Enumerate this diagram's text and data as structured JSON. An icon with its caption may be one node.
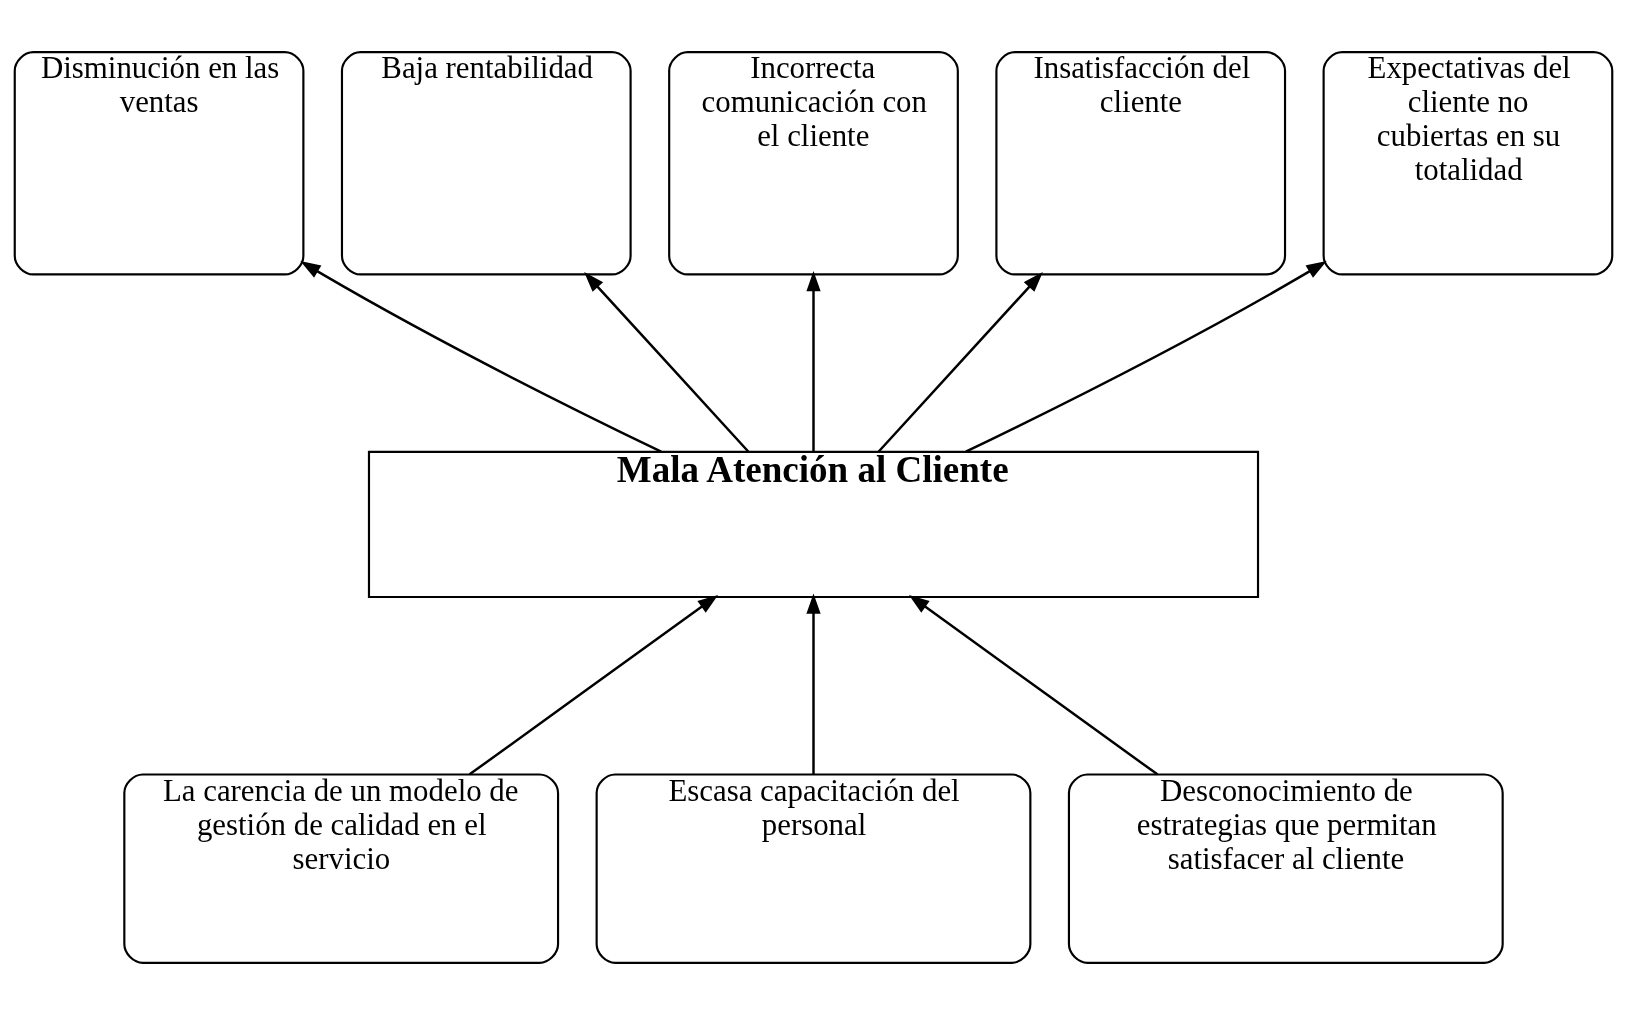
{
  "diagram": {
    "nodes": [
      {
        "text": [
          "Disminución en las ventas"
        ]
      },
      {
        "text": [
          "Baja rentabilidad"
        ]
      },
      {
        "text": [
          "Incorrecta comunicación con el cliente"
        ]
      },
      {
        "text": [
          "Insatisfacción del cliente"
        ]
      },
      {
        "text": [
          "Expectativas del cliente no cubiertas en su totalidad"
        ]
      },
      {
        "text": [
          "Mala Atención al Cliente"
        ]
      },
      {
        "text": [
          "La carencia de un modelo de gestión de calidad en el servicio"
        ]
      },
      {
        "text": [
          "Escasa capacitación del personal"
        ]
      },
      {
        "text": [
          "Desconocimiento de estrategias que permitan satisfacer al cliente"
        ]
      }
    ],
    "edges": [
      {
        "from": 5,
        "to": 0,
        "arrow": "to"
      },
      {
        "from": 5,
        "to": 1,
        "arrow": "to"
      },
      {
        "from": 5,
        "to": 2,
        "arrow": "to"
      },
      {
        "from": 5,
        "to": 3,
        "arrow": "to"
      },
      {
        "from": 5,
        "to": 4,
        "arrow": "to"
      },
      {
        "from": 6,
        "to": 5,
        "arrow": "to"
      },
      {
        "from": 7,
        "to": 5,
        "arrow": "to"
      },
      {
        "from": 8,
        "to": 5,
        "arrow": "to"
      }
    ]
  }
}
